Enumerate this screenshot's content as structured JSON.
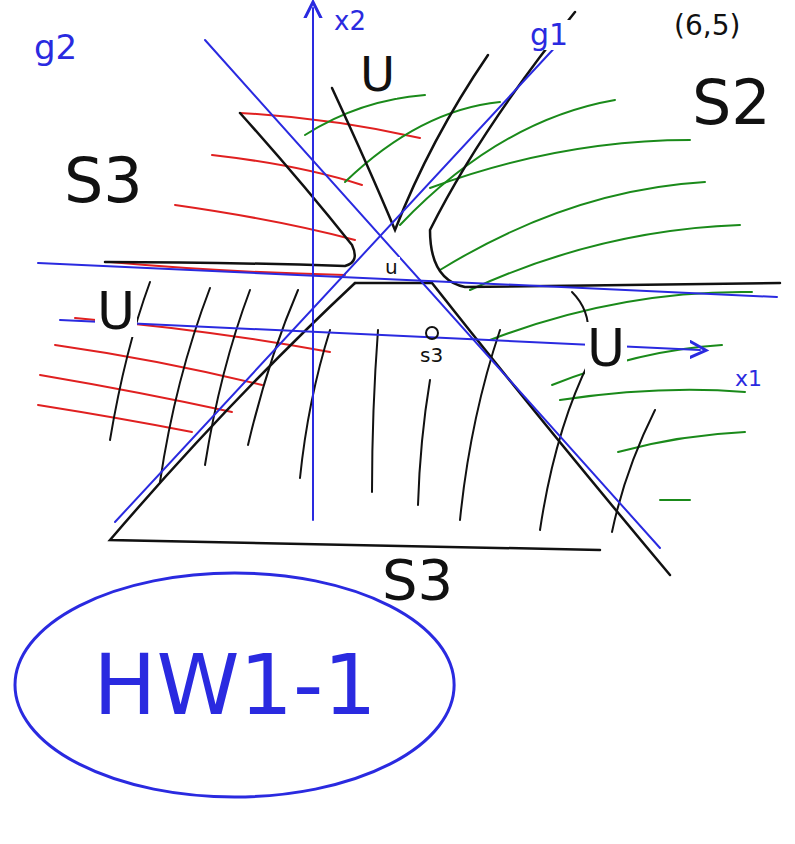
{
  "diagram": {
    "nodes": [
      {
        "text": [
          "HW1-1"
        ]
      }
    ],
    "labels": [
      "x2",
      "g2",
      "U",
      "g1",
      "(6,5)",
      "S2",
      "S3",
      "u",
      "U",
      "s3",
      "U",
      "x1",
      "S3"
    ]
  }
}
